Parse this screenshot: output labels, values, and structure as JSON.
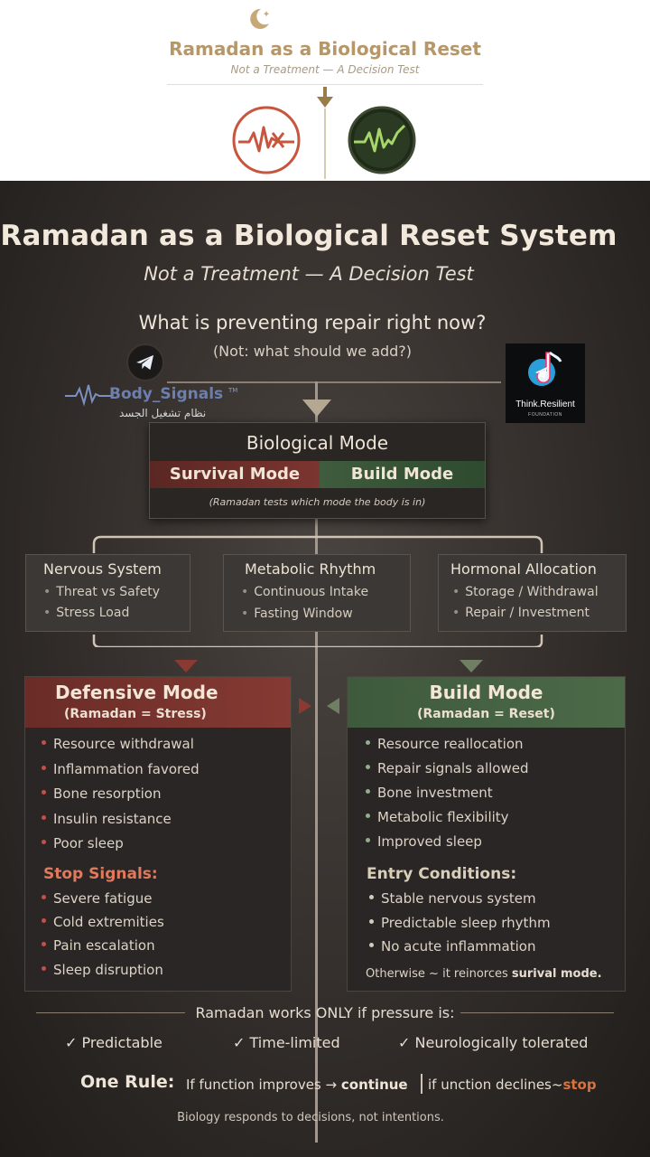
{
  "header": {
    "title": "Ramadan as a Biological Reset",
    "subtitle": "Not a Treatment — A Decision Test"
  },
  "poster": {
    "title": "Ramadan as a Biological Reset System",
    "subtitle": "Not a Treatment — A Decision Test",
    "question": "What is preventing repair right now?",
    "question_note": "(Not: what should we add?)"
  },
  "logos": {
    "body_signals_name": "Body_Signals",
    "body_signals_tm": "TM",
    "body_signals_arabic": "نظام تشغيل الجسد",
    "think_resilient_name": "Think.Resilient",
    "think_resilient_sub": "FOUNDATION"
  },
  "bio_mode": {
    "title": "Biological Mode",
    "survival": "Survival Mode",
    "build": "Build Mode",
    "note": "(Ramadan tests which mode the body is in)"
  },
  "categories": [
    {
      "title": "Nervous System",
      "items": [
        "Threat vs Safety",
        "Stress Load"
      ]
    },
    {
      "title": "Metabolic Rhythm",
      "items": [
        "Continuous Intake",
        "Fasting Window"
      ]
    },
    {
      "title": "Hormonal Allocation",
      "items": [
        "Storage / Withdrawal",
        "Repair / Investment"
      ]
    }
  ],
  "defensive": {
    "title": "Defensive Mode",
    "subtitle": "(Ramadan = Stress)",
    "items": [
      "Resource withdrawal",
      "Inflammation favored",
      "Bone resorption",
      "Insulin resistance",
      "Poor sleep"
    ],
    "stop_title": "Stop Signals:",
    "stop_items": [
      "Severe fatigue",
      "Cold extremities",
      "Pain escalation",
      "Sleep disruption"
    ]
  },
  "build": {
    "title": "Build Mode",
    "subtitle": "(Ramadan = Reset)",
    "items": [
      "Resource reallocation",
      "Repair signals allowed",
      "Bone investment",
      "Metabolic flexibility",
      "Improved sleep"
    ],
    "entry_title": "Entry Conditions:",
    "entry_items": [
      "Stable nervous system",
      "Predictable sleep rhythm",
      "No acute inflammation"
    ],
    "otherwise_prefix": "Otherwise ~ it reinorces ",
    "otherwise_strong": "surival mode."
  },
  "bottom": {
    "works_line": "Ramadan works ONLY if pressure is:",
    "checks": [
      "Predictable",
      "Time-limited",
      "Neurologically tolerated"
    ],
    "rule_label": "One Rule:",
    "rule_if_improves": "If function improves",
    "rule_continue": "continue",
    "rule_if_declines": "if unction declines~",
    "rule_stop": "stop",
    "final": "Biology responds to decisions, not intentions."
  },
  "colors": {
    "survival_red": "#7c3530",
    "build_green": "#3f5c3e",
    "defensive_dot": "#c0504a",
    "build_dot": "#8fb08a",
    "stop_accent": "#d9723e"
  }
}
